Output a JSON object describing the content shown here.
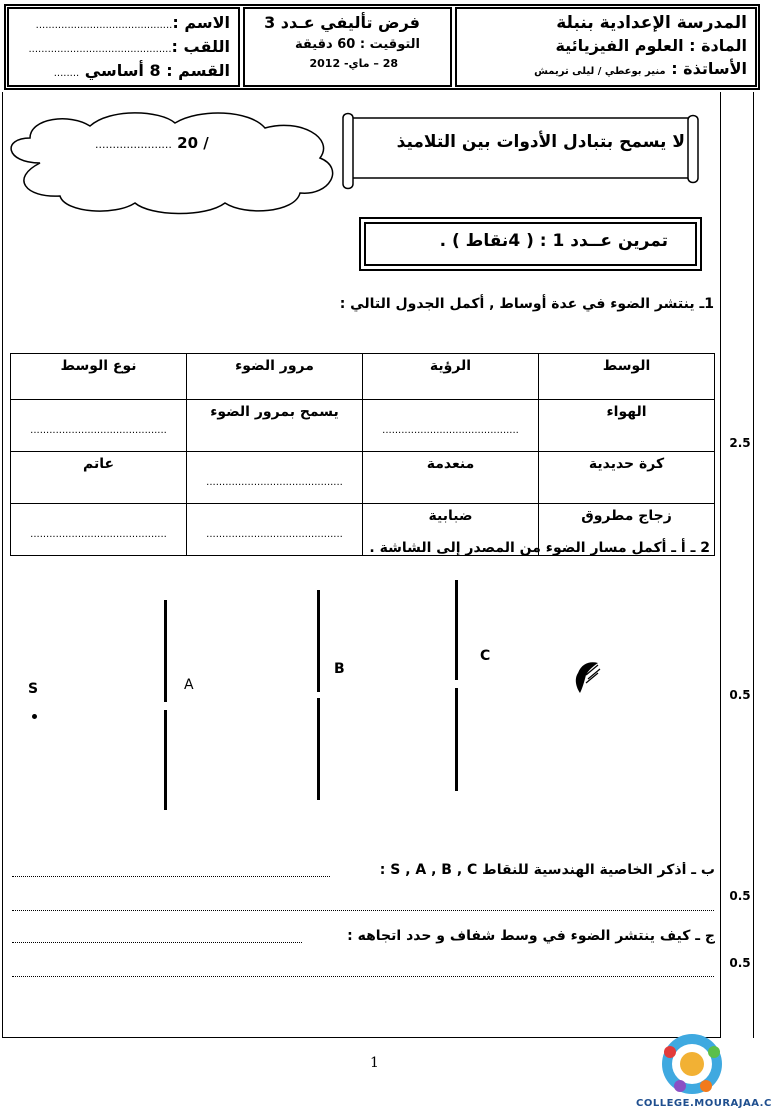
{
  "header": {
    "school": "المدرسة الإعدادية بنبلة",
    "subject": "المادة : العلوم الفيزيائية",
    "teachers_label": "الأساتذة :",
    "teachers_names": "منير بوعطي  /  ليلى تريمش",
    "exam_title": "فرض تأليفي  عـدد 3",
    "duration": "التوقيت : 60 دقيقة",
    "date": "28 – ماي- 2012",
    "name_label": "الاسم :",
    "surname_label": "اللقب :",
    "class_label": "القسم : 8 أساسي",
    "name_dots": "...........................................",
    "surname_dots": ".............................................",
    "class_dots": "........"
  },
  "notice": "لا يسمح بتبادل الأدوات بين التلاميذ",
  "grade": {
    "value": "20 /",
    "dots": "......................"
  },
  "exercise_title": "تمرين عــدد 1 :  (  4نقاط ) .",
  "q1": "1ـ ينتشر الضوء في عدة أوساط , أكمل الجدول التالي :",
  "table": {
    "headers": [
      "الوسط",
      "الرؤية",
      "مرور الضوء",
      "نوع الوسط"
    ],
    "rows": [
      [
        "الهواء",
        "...........................................",
        "يسمح بمرور الضوء",
        "..........................................."
      ],
      [
        "كرة حديدية",
        "منعدمة",
        "...........................................",
        "عاتم"
      ],
      [
        "زجاج مطروق",
        "ضبابية",
        "...........................................",
        "..........................................."
      ]
    ]
  },
  "q2a": "2 ـ أ ـ أكمل مسار الضوء من المصدر إلى الشاشة .",
  "diagram": {
    "s": "S",
    "a": "A",
    "b": "B",
    "c": "C"
  },
  "q2b": "ب ـ أذكر الخاصية الهندسية للنقاط  S , A , B , C :",
  "q2c": "ج ـ  كيف ينتشر الضوء في وسط شفاف و حدد اتجاهه :",
  "scores": [
    "2.5",
    "0.5",
    "0.5",
    "0.5"
  ],
  "page_number": "1",
  "watermark": "COLLEGE.MOURAJAA.COM"
}
